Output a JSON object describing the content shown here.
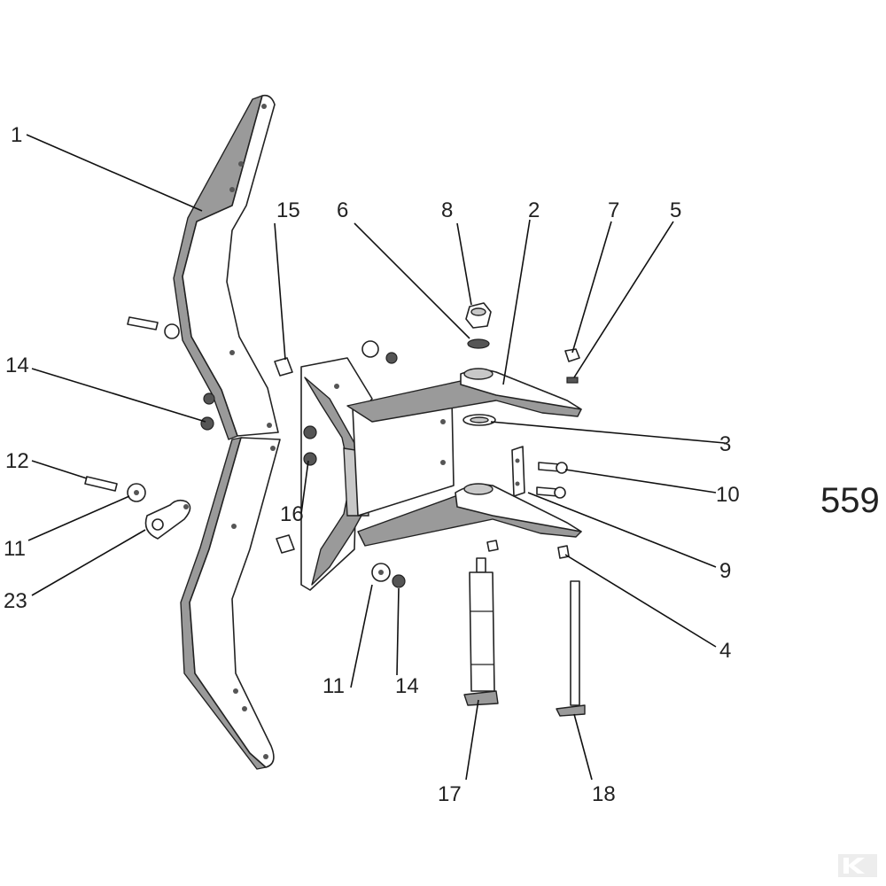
{
  "sheet_number": "559",
  "callouts": [
    {
      "id": "c1",
      "text": "1"
    },
    {
      "id": "c15",
      "text": "15"
    },
    {
      "id": "c6",
      "text": "6"
    },
    {
      "id": "c8",
      "text": "8"
    },
    {
      "id": "c2",
      "text": "2"
    },
    {
      "id": "c7",
      "text": "7"
    },
    {
      "id": "c5",
      "text": "5"
    },
    {
      "id": "c14a",
      "text": "14"
    },
    {
      "id": "c3",
      "text": "3"
    },
    {
      "id": "c12",
      "text": "12"
    },
    {
      "id": "c10",
      "text": "10"
    },
    {
      "id": "c16",
      "text": "16"
    },
    {
      "id": "c11a",
      "text": "11"
    },
    {
      "id": "c9",
      "text": "9"
    },
    {
      "id": "c23",
      "text": "23"
    },
    {
      "id": "c4",
      "text": "4"
    },
    {
      "id": "c11b",
      "text": "11"
    },
    {
      "id": "c14b",
      "text": "14"
    },
    {
      "id": "c17",
      "text": "17"
    },
    {
      "id": "c18",
      "text": "18"
    }
  ],
  "colors": {
    "ink": "#222222",
    "shade": "#9a9a9a",
    "paper": "#ffffff"
  },
  "icons": [
    "brand-logo-icon"
  ]
}
